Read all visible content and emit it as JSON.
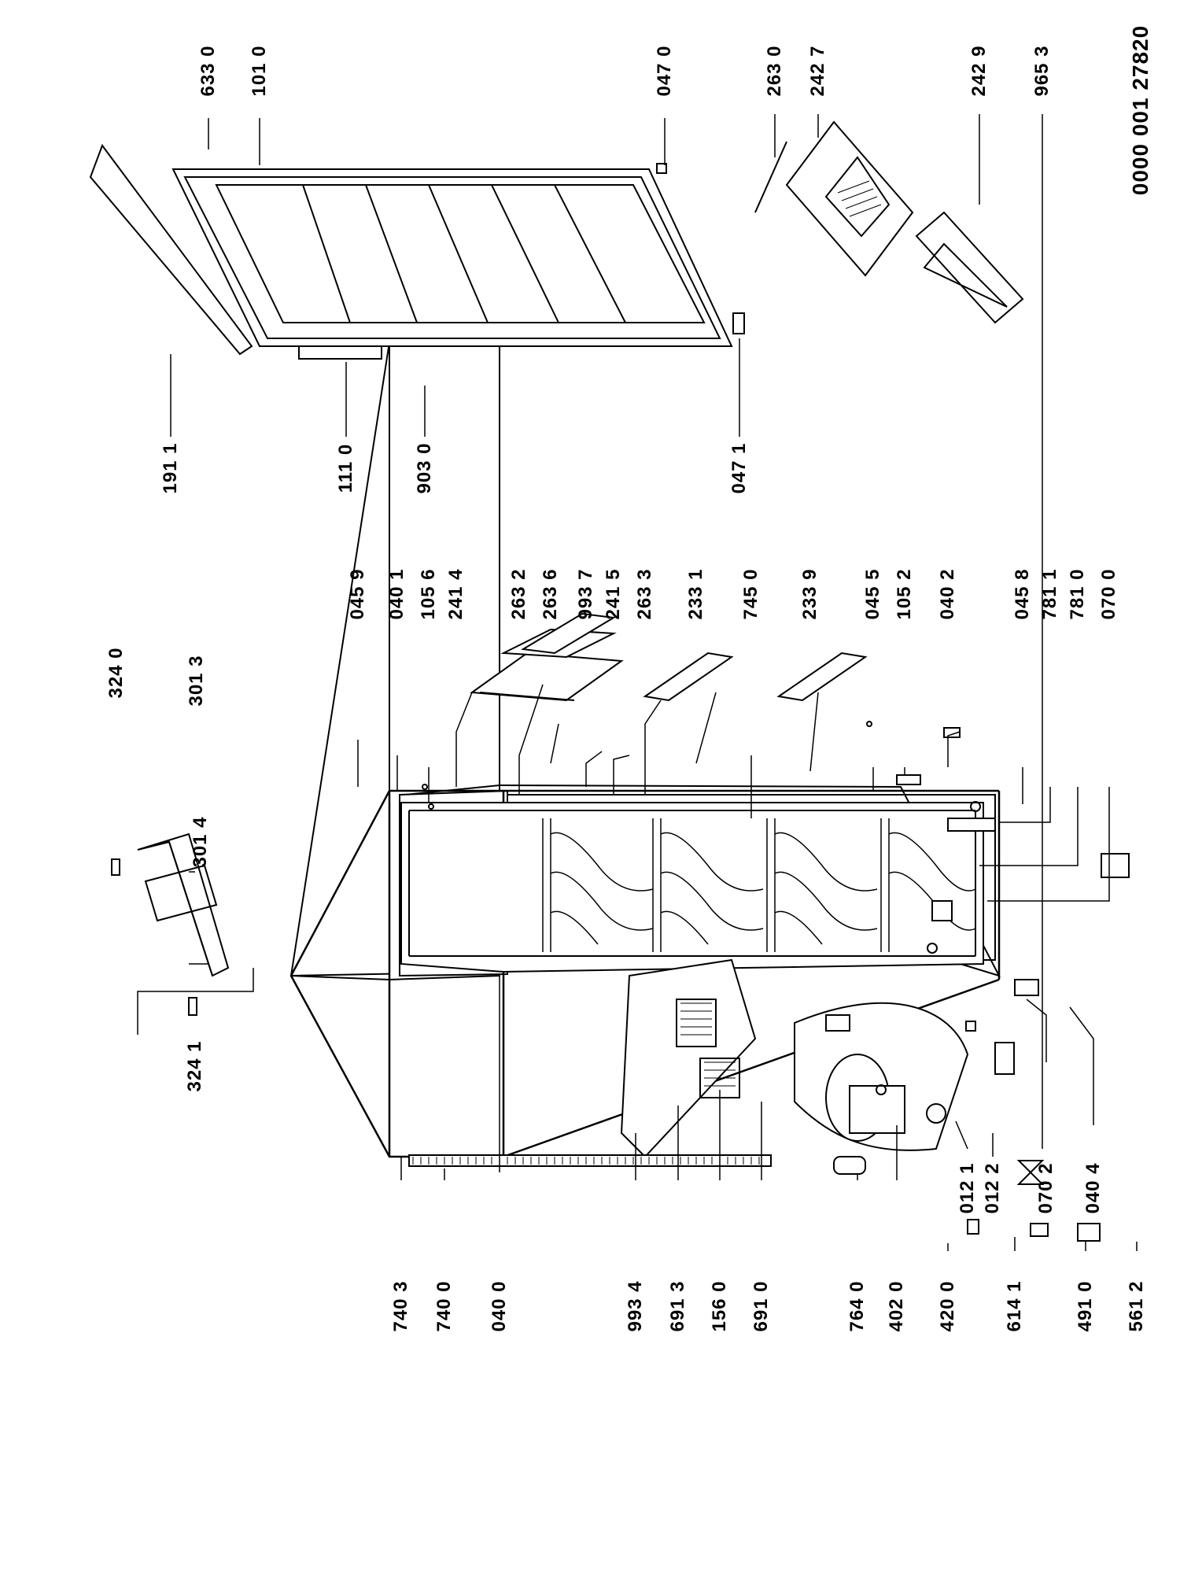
{
  "colors": {
    "ink": "#000000",
    "paper": "#ffffff"
  },
  "document_code": "0000 001 27820",
  "parts": {
    "p3240": "324 0",
    "p3013": "301 3",
    "p3014": "301 4",
    "p3241": "324 1",
    "p0459": "045 9",
    "p0401": "040 1",
    "p1056": "105 6",
    "p2414": "241 4",
    "p2632": "263 2",
    "p2636": "263 6",
    "p9937": "993 7",
    "p2415": "241 5",
    "p2633": "263 3",
    "p2331": "233 1",
    "p7450": "745 0",
    "p2339": "233 9",
    "p0455": "045 5",
    "p1052": "105 2",
    "p0402": "040 2",
    "p0458": "045 8",
    "p7811": "781 1",
    "p7810": "781 0",
    "p0700": "070 0",
    "p7403": "740 3",
    "p7400": "740 0",
    "p0400": "040 0",
    "p9934": "993 4",
    "p6913": "691 3",
    "p1560": "156 0",
    "p6910": "691 0",
    "p7640": "764 0",
    "p4020": "402 0",
    "p4200": "420 0",
    "p6141": "614 1",
    "p4910": "491 0",
    "p5612": "561 2",
    "p0121": "012 1",
    "p0122": "012 2",
    "p0702": "070 2",
    "p0404": "040 4",
    "p6330": "633 0",
    "p1010": "101 0",
    "p0470": "047 0",
    "p2630": "263 0",
    "p2427": "242 7",
    "p2429": "242 9",
    "p9653": "965 3",
    "p1911": "191 1",
    "p1110": "111 0",
    "p9030": "903 0",
    "p0471": "047 1"
  }
}
